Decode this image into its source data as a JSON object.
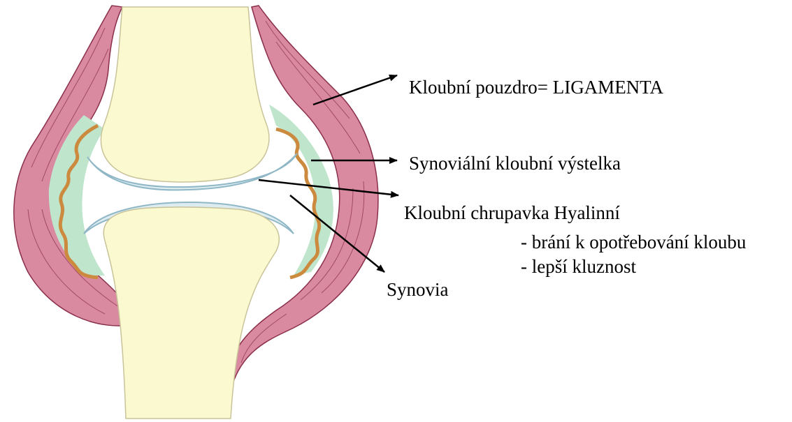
{
  "colors": {
    "bone": "#fbf9cf",
    "capsule": "#d98aa0",
    "capsule_line": "#8a2e4a",
    "synovial_membrane": "#cc8a3f",
    "synovial_tissue": "#bfe6cd",
    "cartilage": "#dcecf1",
    "cartilage_outline": "#8fb7c6",
    "arrow": "#000000"
  },
  "labels": {
    "capsule": "Kloubní pouzdro= LIGAMENTA",
    "lining": "Synoviální kloubní výstelka",
    "cartilage": "Kloubní chrupavka Hyalinní",
    "cartilage_note_1": "- brání k opotřebování kloubu",
    "cartilage_note_2": "- lepší kluznost",
    "synovia": "Synovia"
  }
}
